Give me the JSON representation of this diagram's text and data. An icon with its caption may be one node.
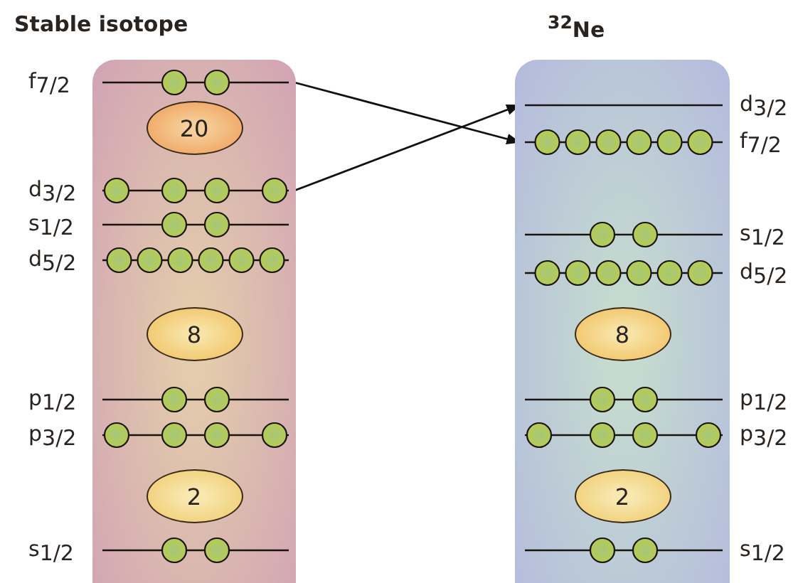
{
  "diagram": {
    "nodes": [
      {
        "text": [
          "Stable isotope"
        ]
      },
      {
        "text": [
          "f$_{7/2}$"
        ]
      },
      {
        "text": [
          "20"
        ],
        "in": 0
      },
      {
        "text": [
          "d$_{3/2}$"
        ]
      },
      {
        "text": [
          "s$_{1/2}$"
        ]
      },
      {
        "text": [
          "d$_{5/2}$"
        ]
      },
      {
        "text": [
          "8"
        ],
        "in": 0
      },
      {
        "text": [
          "p$_{1/2}$"
        ]
      },
      {
        "text": [
          "p$_{3/2}$"
        ]
      },
      {
        "text": [
          "2"
        ],
        "in": 0
      },
      {
        "text": [
          "s$_{1/2}$"
        ]
      },
      {
        "text": [
          "$^{32}$Ne"
        ]
      },
      {
        "text": [
          "d$_{3/2}$"
        ]
      },
      {
        "text": [
          "f$_{7/2}$"
        ]
      },
      {
        "text": [
          "s$_{1/2}$"
        ]
      },
      {
        "text": [
          "d$_{5/2}$"
        ]
      },
      {
        "text": [
          "8"
        ],
        "in": 11
      },
      {
        "text": [
          "p$_{1/2}$"
        ]
      },
      {
        "text": [
          "p$_{3/2}$"
        ]
      },
      {
        "text": [
          "2"
        ],
        "in": 11
      },
      {
        "text": [
          "s$_{1/2}$"
        ]
      }
    ],
    "edges": [
      {
        "from": 1,
        "to": 13,
        "arrow": "to"
      },
      {
        "from": 3,
        "to": 12,
        "arrow": "to"
      }
    ]
  }
}
